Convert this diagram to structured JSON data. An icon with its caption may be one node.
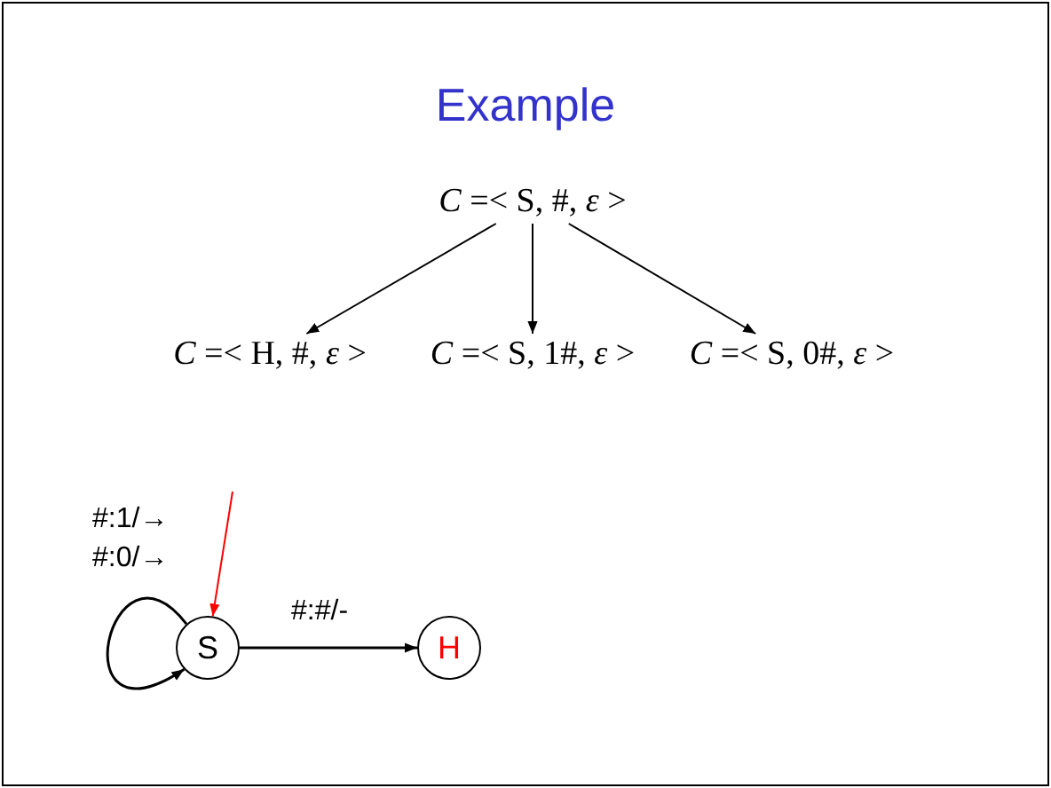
{
  "diagram": {
    "title": "Example",
    "nodes": [
      {
        "text": [
          "*C* =< S, #, *ε* >"
        ]
      },
      {
        "text": [
          "*C* =< H, #, *ε* >"
        ]
      },
      {
        "text": [
          "*C* =< S, 1#, *ε* >"
        ]
      },
      {
        "text": [
          "*C* =< S, 0#, *ε* >"
        ]
      },
      {
        "text": [
          "S"
        ]
      },
      {
        "text": [
          "H"
        ]
      }
    ],
    "edges": [
      {
        "from": 0,
        "to": 1,
        "arrow": "to"
      },
      {
        "from": 0,
        "to": 2,
        "arrow": "to"
      },
      {
        "from": 0,
        "to": 3,
        "arrow": "to"
      },
      {
        "from": null,
        "to": 4,
        "arrow": "to",
        "color": "#ff0000"
      },
      {
        "from": 4,
        "to": 4,
        "arrow": "to",
        "label": "#:1/→ #:0/→"
      },
      {
        "from": 4,
        "to": 5,
        "arrow": "to",
        "label": "#:#/-"
      }
    ]
  }
}
